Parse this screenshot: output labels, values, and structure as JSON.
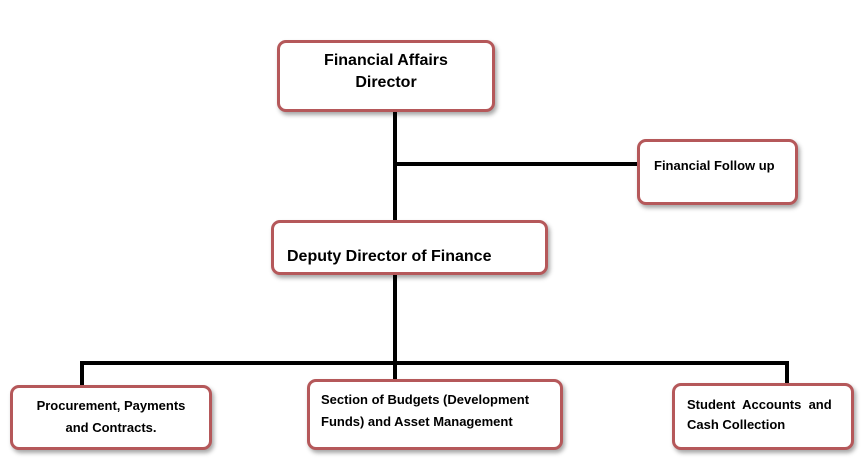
{
  "nodes": {
    "director": {
      "line1": "Financial Affairs",
      "line2": "Director"
    },
    "followup": {
      "label": "Financial Follow up"
    },
    "deputy": {
      "label": "Deputy Director of Finance"
    },
    "procurement": {
      "line1": "Procurement, Payments",
      "line2": "and Contracts."
    },
    "budgets": {
      "line1": "Section of Budgets (Development",
      "line2": "Funds) and Asset Management"
    },
    "student": {
      "line1": "Student  Accounts  and",
      "line2": "Cash Collection"
    }
  },
  "colors": {
    "box_border": "#b5585a",
    "connector": "#000000"
  }
}
